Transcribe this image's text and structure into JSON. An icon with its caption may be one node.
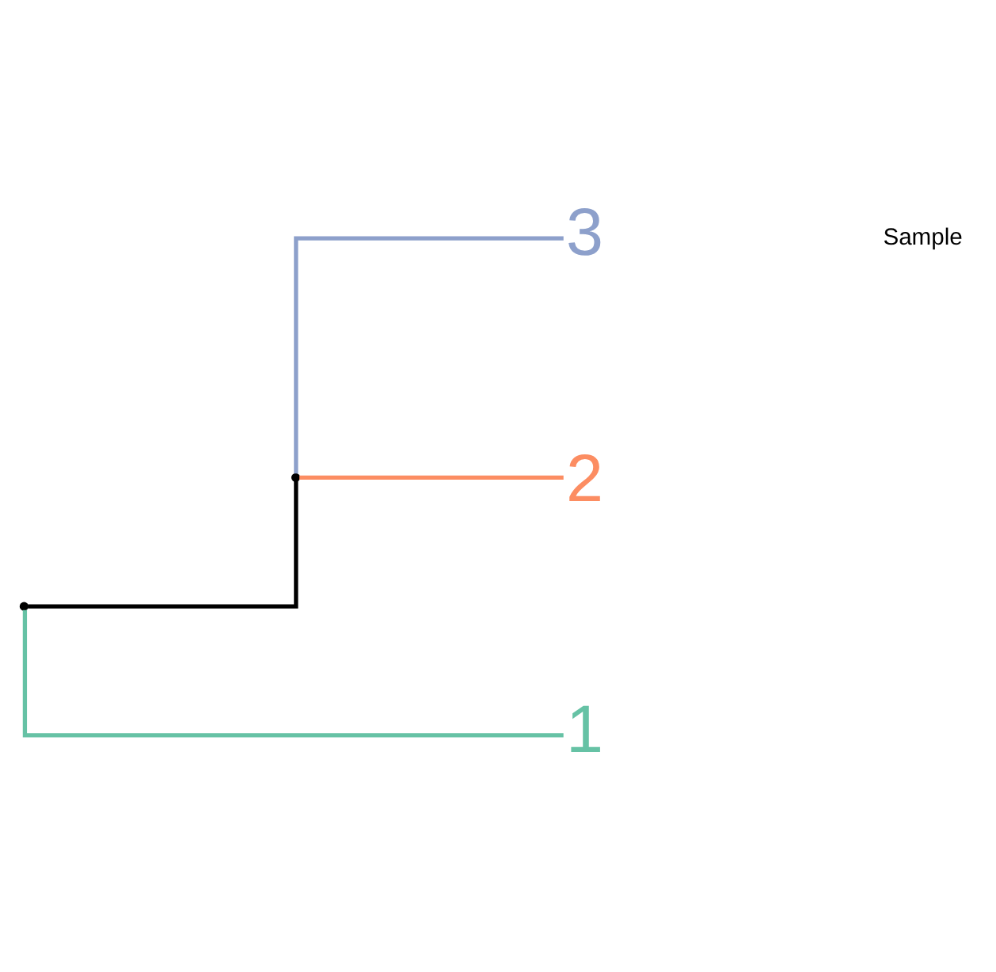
{
  "diagram": {
    "nodes": [
      {
        "text": [],
        "shape": "point"
      },
      {
        "text": [],
        "shape": "point"
      },
      {
        "text": [
          "3"
        ]
      },
      {
        "text": [
          "2"
        ]
      },
      {
        "text": [
          "1"
        ]
      }
    ],
    "edges": [
      {
        "from": 0,
        "to": 1,
        "arrow": "none"
      },
      {
        "from": 1,
        "to": 2,
        "arrow": "none",
        "color": "#8da0cb"
      },
      {
        "from": 1,
        "to": 3,
        "arrow": "none",
        "color": "#fc8d62"
      },
      {
        "from": 0,
        "to": 4,
        "arrow": "none",
        "color": "#66c2a5"
      }
    ],
    "labels": [
      "Sample"
    ]
  }
}
